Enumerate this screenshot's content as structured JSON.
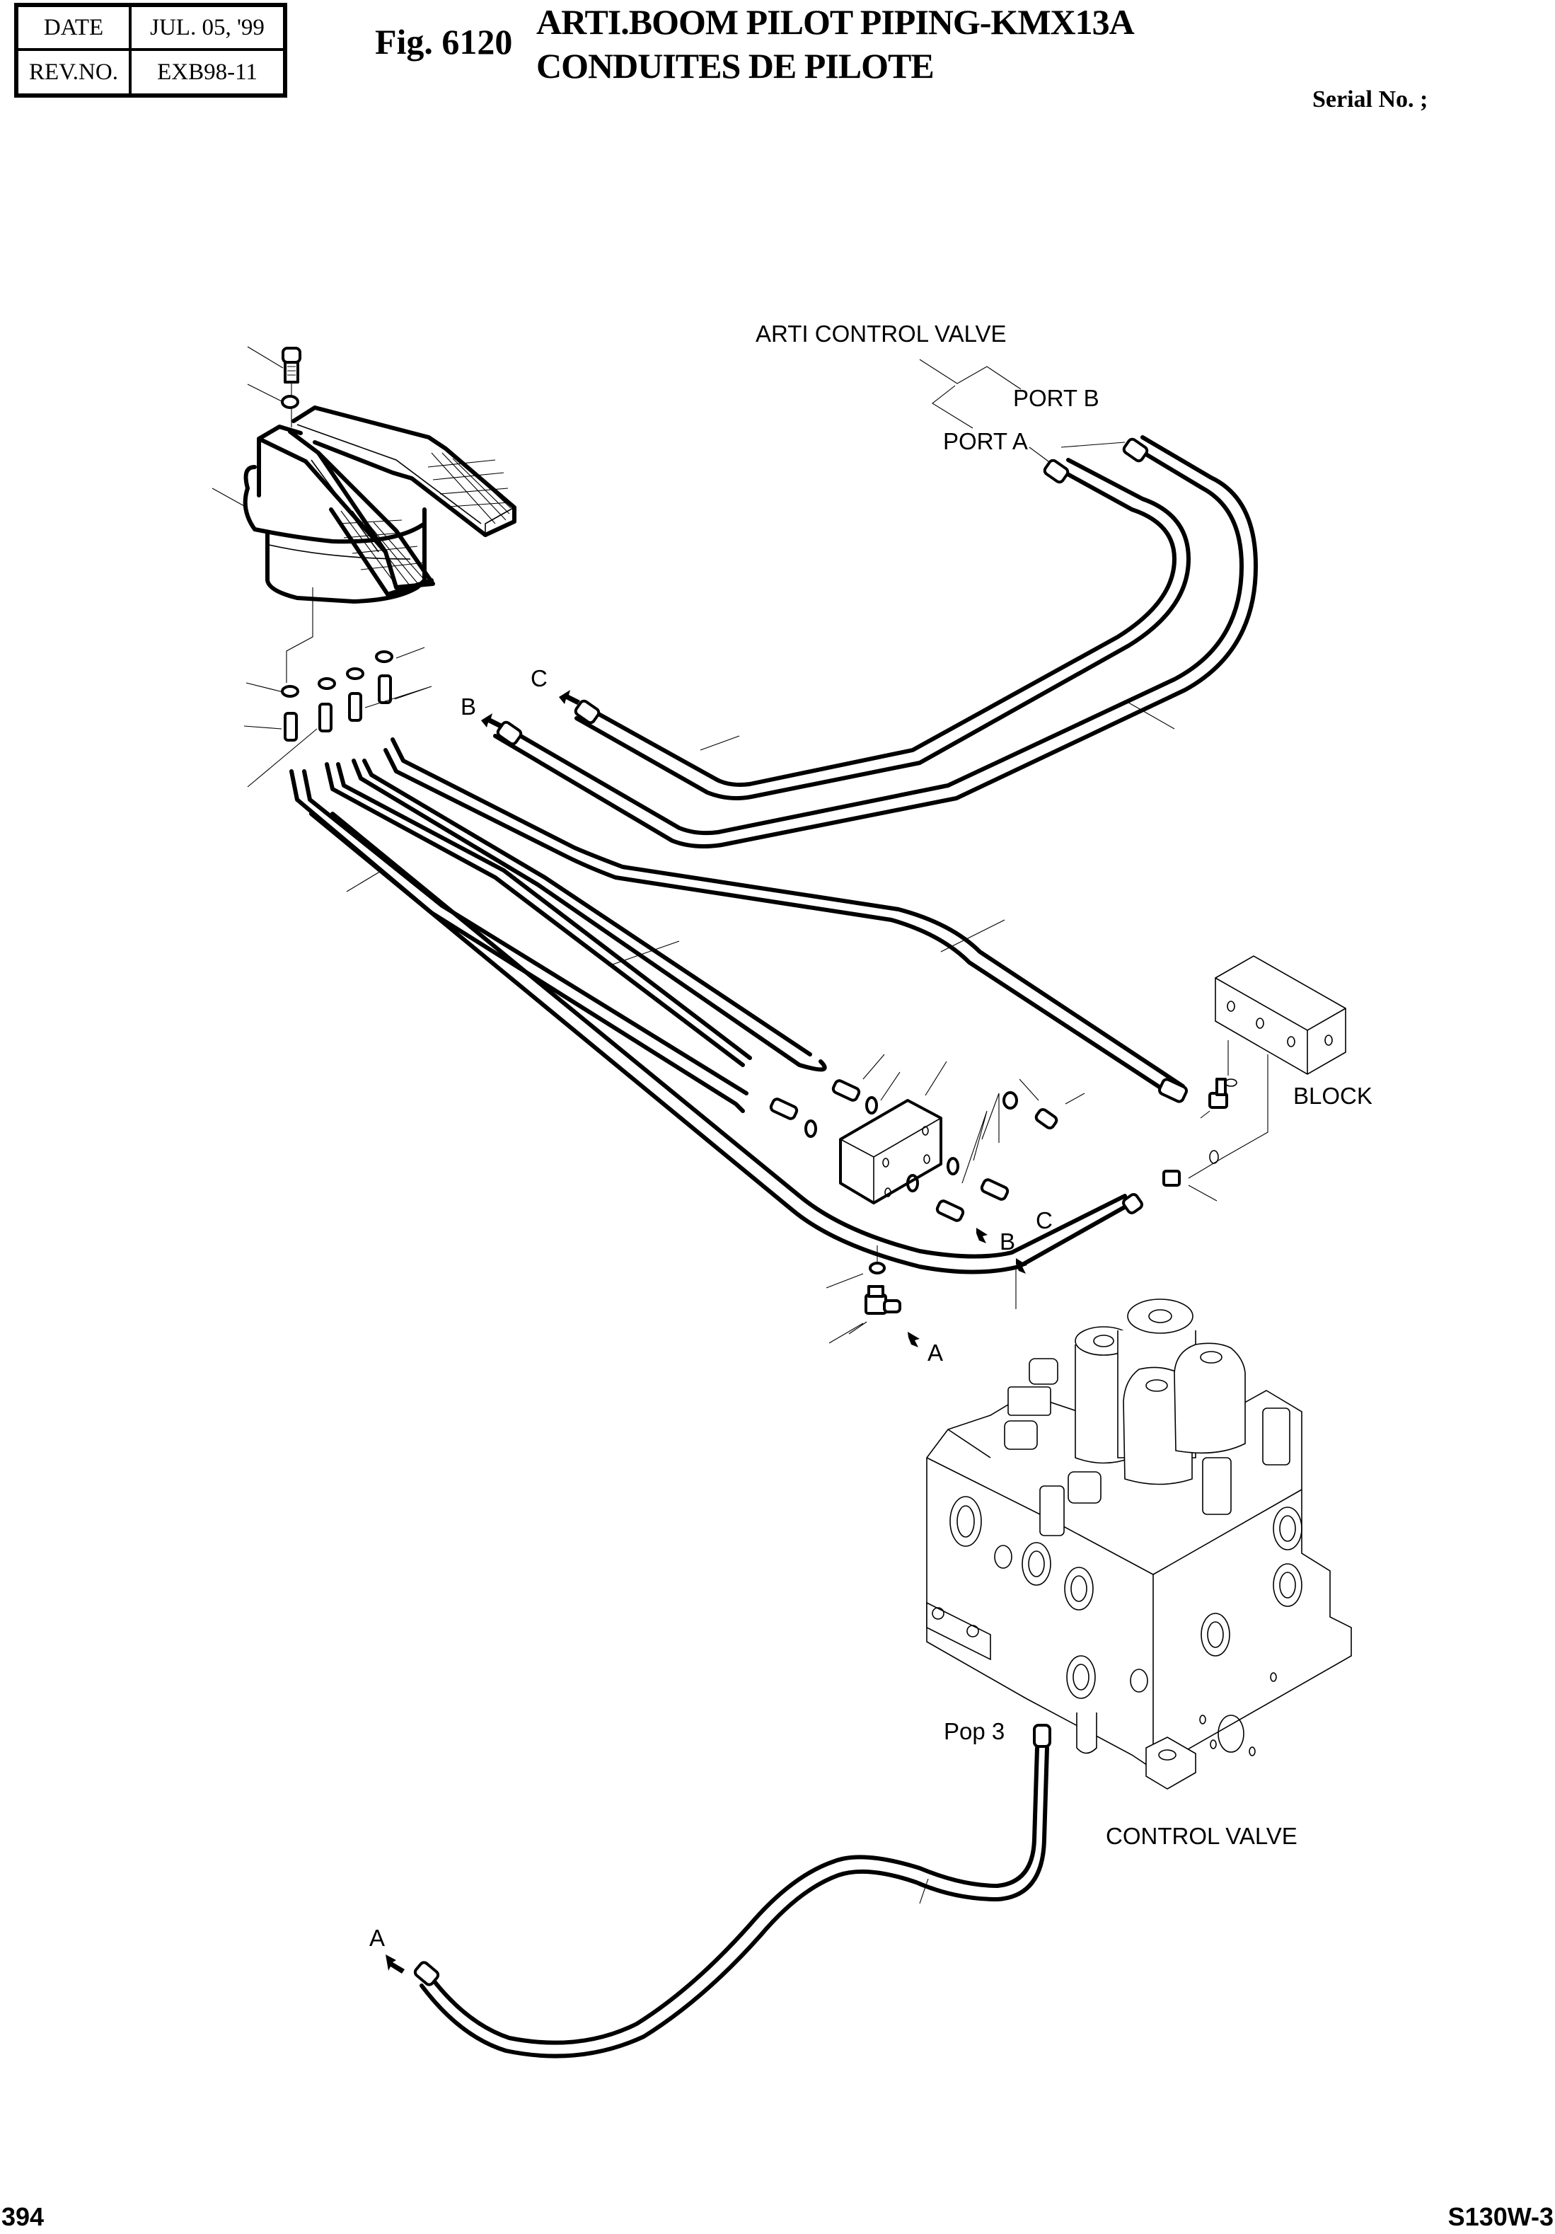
{
  "header": {
    "date_label": "DATE",
    "date_value": "JUL. 05, '99",
    "rev_label": "REV.NO.",
    "rev_value": "EXB98-11",
    "figure_number": "Fig. 6120",
    "title_line1": "ARTI.BOOM PILOT PIPING-KMX13A",
    "title_line2": "CONDUITES DE PILOTE",
    "serial_label": "Serial No. ;"
  },
  "callouts": {
    "arti_control_valve": "ARTI CONTROL VALVE",
    "port_b": "PORT B",
    "port_a": "PORT A",
    "hose_c": "C",
    "hose_b": "B",
    "block": "BLOCK",
    "to_c": "C",
    "to_b": "B",
    "to_a": "A",
    "pop3": "Pop 3",
    "control_valve": "CONTROL VALVE",
    "from_a": "A"
  },
  "footer": {
    "page_number": "394",
    "model": "S130W-3"
  }
}
